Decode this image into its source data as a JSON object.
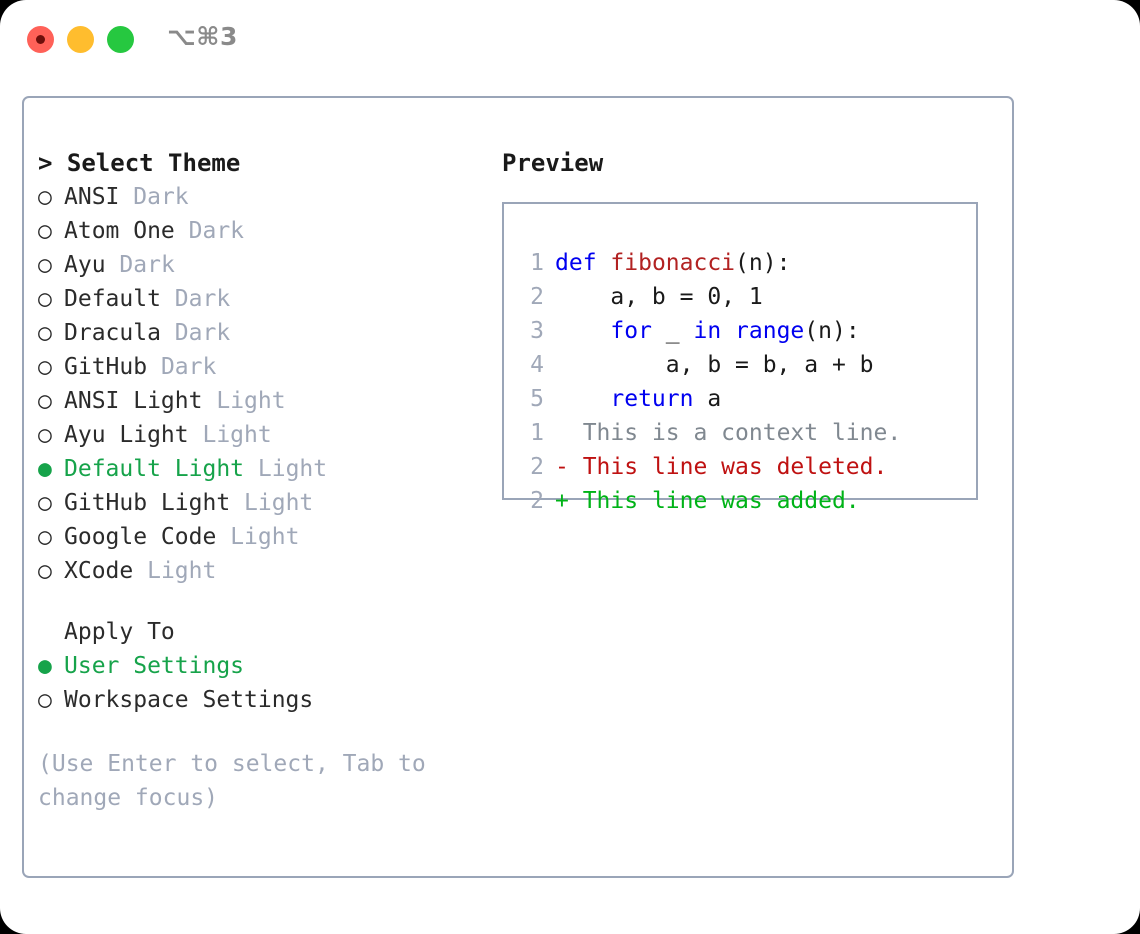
{
  "window": {
    "shortcut_label": "⌥⌘3",
    "traffic_lights": [
      "close",
      "minimize",
      "maximize"
    ]
  },
  "colors": {
    "accent_green": "#16a34a",
    "muted": "#a0a8b8",
    "border": "#9aa5b8",
    "keyword_blue": "#0000f0",
    "function_red": "#b22222",
    "diff_add_green": "#00b317",
    "diff_del_red": "#bf1111",
    "diff_context_grey": "#808890"
  },
  "theme_list": {
    "header": "> Select Theme",
    "selected_marker": "●",
    "unselected_marker": "○",
    "items": [
      {
        "marker": "○",
        "name": "ANSI",
        "badge": "Dark",
        "selected": false
      },
      {
        "marker": "○",
        "name": "Atom One",
        "badge": "Dark",
        "selected": false
      },
      {
        "marker": "○",
        "name": "Ayu",
        "badge": "Dark",
        "selected": false
      },
      {
        "marker": "○",
        "name": "Default",
        "badge": "Dark",
        "selected": false
      },
      {
        "marker": "○",
        "name": "Dracula",
        "badge": "Dark",
        "selected": false
      },
      {
        "marker": "○",
        "name": "GitHub",
        "badge": "Dark",
        "selected": false
      },
      {
        "marker": "○",
        "name": "ANSI Light",
        "badge": "Light",
        "selected": false
      },
      {
        "marker": "○",
        "name": "Ayu Light",
        "badge": "Light",
        "selected": false
      },
      {
        "marker": "●",
        "name": "Default Light",
        "badge": "Light",
        "selected": true
      },
      {
        "marker": "○",
        "name": "GitHub Light",
        "badge": "Light",
        "selected": false
      },
      {
        "marker": "○",
        "name": "Google Code",
        "badge": "Light",
        "selected": false
      },
      {
        "marker": "○",
        "name": "XCode",
        "badge": "Light",
        "selected": false
      }
    ]
  },
  "apply_to": {
    "title": "Apply To",
    "items": [
      {
        "marker": "●",
        "label": "User Settings",
        "selected": true
      },
      {
        "marker": "○",
        "label": "Workspace Settings",
        "selected": false
      }
    ]
  },
  "hint": "(Use Enter to select, Tab to change focus)",
  "preview": {
    "title": "Preview",
    "code_lines": [
      {
        "no": "1",
        "tokens": [
          {
            "t": "def",
            "c": "kw"
          },
          {
            "t": " ",
            "c": "plain"
          },
          {
            "t": "fibonacci",
            "c": "fn"
          },
          {
            "t": "(n):",
            "c": "plain"
          }
        ]
      },
      {
        "no": "2",
        "tokens": [
          {
            "t": "    a, b = 0, 1",
            "c": "plain"
          }
        ]
      },
      {
        "no": "3",
        "tokens": [
          {
            "t": "    ",
            "c": "plain"
          },
          {
            "t": "for",
            "c": "kw"
          },
          {
            "t": " _ ",
            "c": "plain"
          },
          {
            "t": "in",
            "c": "kw"
          },
          {
            "t": " ",
            "c": "plain"
          },
          {
            "t": "range",
            "c": "kw"
          },
          {
            "t": "(n):",
            "c": "plain"
          }
        ]
      },
      {
        "no": "4",
        "tokens": [
          {
            "t": "        a, b = b, a + b",
            "c": "plain"
          }
        ]
      },
      {
        "no": "5",
        "tokens": [
          {
            "t": "    ",
            "c": "plain"
          },
          {
            "t": "return",
            "c": "kw"
          },
          {
            "t": " a",
            "c": "plain"
          }
        ]
      }
    ],
    "diff_lines": [
      {
        "no": "1",
        "prefix": " ",
        "text": " This is a context line.",
        "kind": "context"
      },
      {
        "no": "2",
        "prefix": "-",
        "text": " This line was deleted.",
        "kind": "deleted"
      },
      {
        "no": "2",
        "prefix": "+",
        "text": " This line was added.",
        "kind": "added"
      }
    ]
  }
}
